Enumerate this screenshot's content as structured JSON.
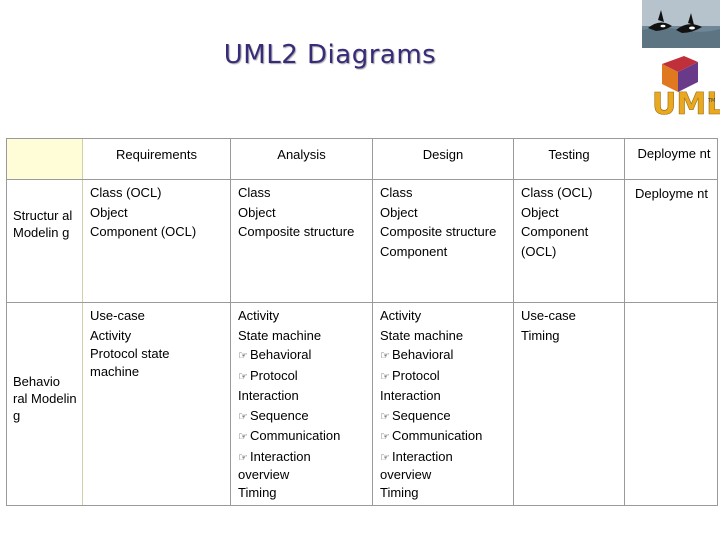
{
  "slide": {
    "title": "UML2 Diagrams"
  },
  "decor": {
    "photo_icon": "orca-whale-photo",
    "logo_icon": "uml-logo",
    "logo_mark": "UML",
    "logo_tm": "TM"
  },
  "table": {
    "headers": [
      "Requirements",
      "Analysis",
      "Design",
      "Testing",
      "Deployme nt"
    ],
    "rows": [
      {
        "label": "Structur al Modelin g",
        "requirements": [
          "Class (OCL)",
          "Object",
          "Component (OCL)"
        ],
        "analysis": [
          "Class",
          "Object",
          "Composite structure"
        ],
        "design": [
          "Class",
          "Object",
          "Composite structure",
          "Component"
        ],
        "testing": [
          "Class (OCL)",
          "Object",
          "Component (OCL)"
        ],
        "deployment": [
          "Deployme nt"
        ]
      },
      {
        "label": "Behavio ral Modelin g",
        "requirements": [
          "Use-case",
          "Activity",
          "Protocol state machine"
        ],
        "analysis": [
          "Activity",
          "State machine",
          "Behavioral",
          "Protocol",
          "Interaction",
          "Sequence",
          "Communication",
          "Interaction overview",
          "Timing"
        ],
        "design": [
          "Activity",
          "State machine",
          "Behavioral",
          "Protocol",
          "Interaction",
          "Sequence",
          "Communication",
          "Interaction overview",
          "Timing"
        ],
        "testing": [
          "Use-case",
          "Timing"
        ],
        "deployment": []
      }
    ]
  }
}
